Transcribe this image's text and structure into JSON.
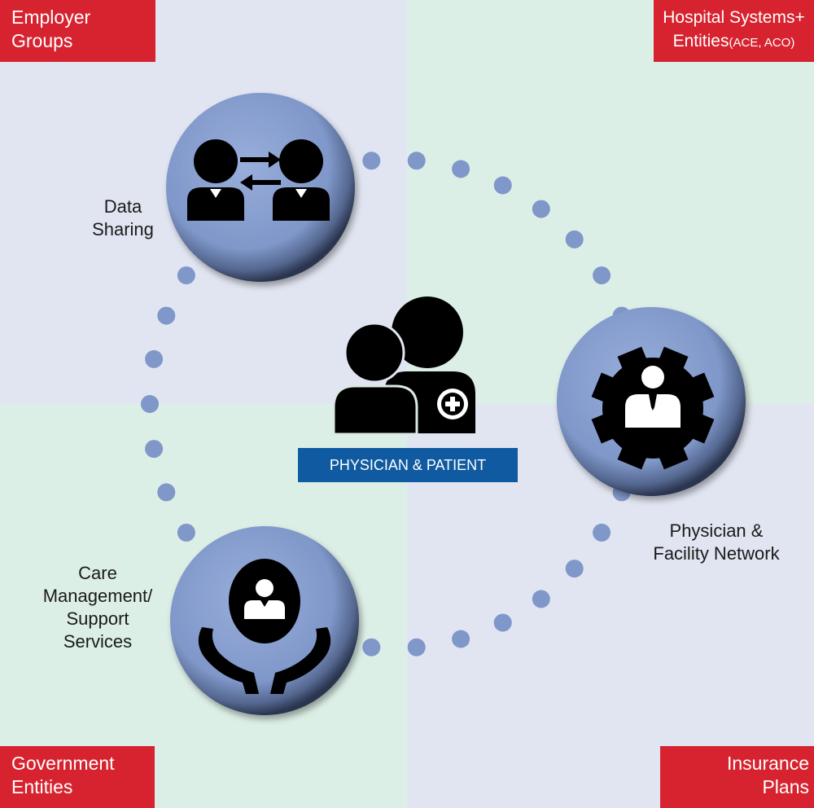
{
  "quadrants": {
    "top_left": "Employer Groups",
    "top_right_line1": "Hospital Systems+",
    "top_right_line2": "Entities",
    "top_right_small": "(ACE, ACO)",
    "bottom_left_line1": "Government",
    "bottom_left_line2": "Entities",
    "bottom_right_line1": "Insurance",
    "bottom_right_line2": "Plans"
  },
  "nodes": {
    "data_sharing_line1": "Data",
    "data_sharing_line2": "Sharing",
    "network_line1": "Physician &",
    "network_line2": "Facility Network",
    "care_line1": "Care",
    "care_line2": "Management/",
    "care_line3": "Support",
    "care_line4": "Services"
  },
  "center": {
    "label": "PHYSICIAN & PATIENT"
  },
  "icons": {
    "data_sharing": "two-people-exchange-icon",
    "network": "gear-person-icon",
    "care": "hands-holding-person-icon",
    "center": "physician-patient-icon"
  },
  "colors": {
    "tag_red": "#d7232f",
    "quadrant_blue": "#e1e5f1",
    "quadrant_green": "#dcefe6",
    "circle_blue": "#7f97c9",
    "dot_blue": "#7f97c9",
    "label_blue": "#0f5aa0"
  }
}
